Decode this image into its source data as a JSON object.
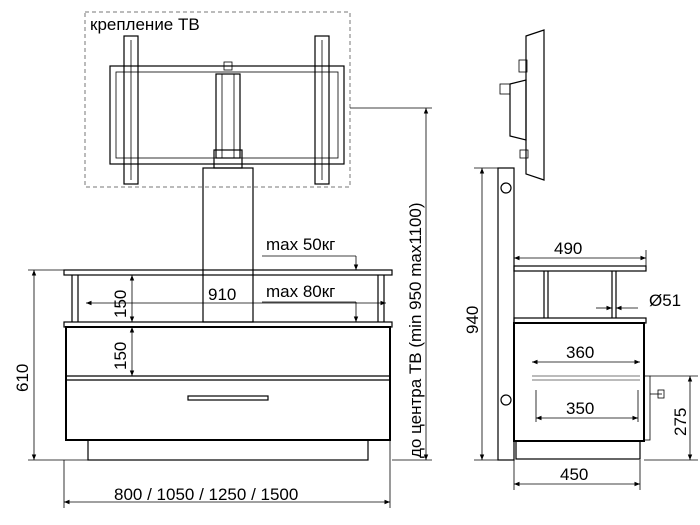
{
  "labels": {
    "tv_mount": "крепление ТВ",
    "max50": "max 50кг",
    "max80": "max 80кг",
    "dim910": "910",
    "dim150_top": "150",
    "dim150_bottom": "150",
    "dim610": "610",
    "width_options": "800 / 1050 / 1250 / 1500",
    "tv_center": "до центра ТВ (min 950 max1100)",
    "dim490": "490",
    "dim940": "940",
    "dim51": "Ø51",
    "dim360": "360",
    "dim350": "350",
    "dim275": "275",
    "dim450": "450"
  }
}
